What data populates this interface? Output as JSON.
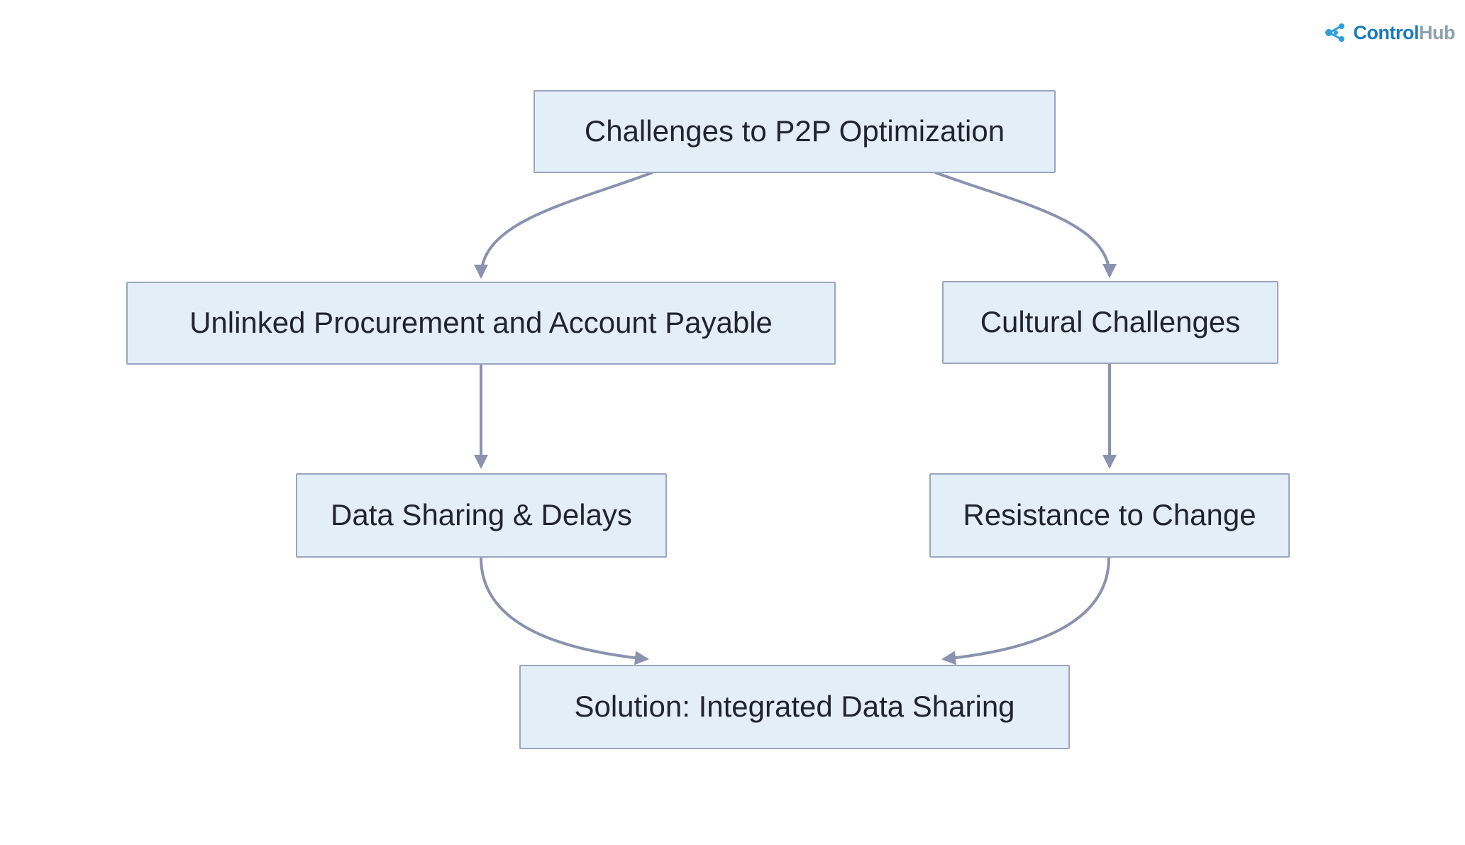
{
  "brand": {
    "name_primary": "Control",
    "name_secondary": "Hub",
    "icon": "network-hub-icon",
    "primary_color": "#1b7ac1",
    "secondary_color": "#8ea0ac",
    "icon_color": "#2b9fd9"
  },
  "diagram": {
    "type": "flowchart",
    "background": "#ffffff",
    "nodes": [
      {
        "id": "title",
        "label": "Challenges to P2P Optimization"
      },
      {
        "id": "unlinked",
        "label": "Unlinked Procurement and Account Payable"
      },
      {
        "id": "cultural",
        "label": "Cultural Challenges"
      },
      {
        "id": "datashare",
        "label": "Data Sharing & Delays"
      },
      {
        "id": "resistance",
        "label": "Resistance to Change"
      },
      {
        "id": "solution",
        "label": "Solution: Integrated Data Sharing"
      }
    ],
    "edges": [
      {
        "from": "title",
        "to": "unlinked"
      },
      {
        "from": "title",
        "to": "cultural"
      },
      {
        "from": "unlinked",
        "to": "datashare"
      },
      {
        "from": "cultural",
        "to": "resistance"
      },
      {
        "from": "datashare",
        "to": "solution"
      },
      {
        "from": "resistance",
        "to": "solution"
      }
    ],
    "colors": {
      "node_fill": "#e4eef8",
      "node_border": "#9aa6c0",
      "edge": "#8b92ae",
      "text": "#1f2430"
    }
  }
}
